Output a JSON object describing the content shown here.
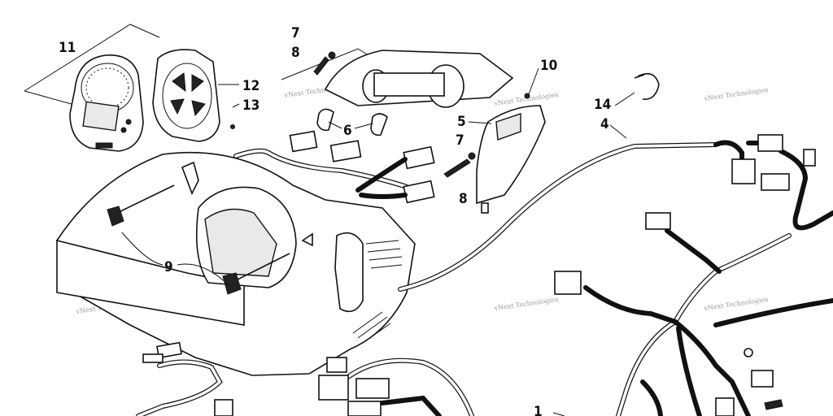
{
  "diagram": {
    "callouts": {
      "c1": "1",
      "c4": "4",
      "c5": "5",
      "c6": "6",
      "c7a": "7",
      "c7b": "7",
      "c8a": "8",
      "c8b": "8",
      "c9": "9",
      "c10": "10",
      "c11": "11",
      "c12": "12",
      "c13": "13",
      "c14": "14"
    },
    "watermark": "vNext Technologies"
  }
}
